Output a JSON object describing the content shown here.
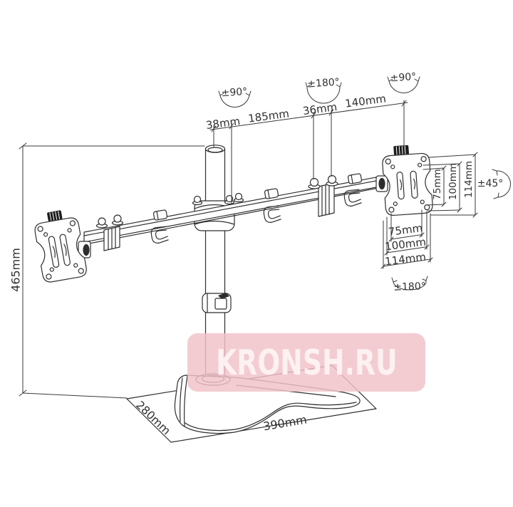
{
  "watermark": {
    "text": "KRONSH.RU"
  },
  "colors": {
    "line": "#2e2e2e",
    "dim_text": "#303030",
    "watermark_bg": "#f1c2c8",
    "watermark_text": "#fdf2f2",
    "background": "#ffffff"
  },
  "dimensions": {
    "pole_height": "465mm",
    "top_row": {
      "d1": "38mm",
      "d2": "185mm",
      "d3": "36mm",
      "d4": "140mm"
    },
    "vesa_vertical": {
      "v1": "75mm",
      "v2": "100mm",
      "v3": "114mm"
    },
    "vesa_horizontal": {
      "h1": "75mm",
      "h2": "100mm",
      "h3": "114mm"
    },
    "base": {
      "depth": "280mm",
      "width": "390mm"
    }
  },
  "angles": {
    "pole_swivel": "±90°",
    "center_rotation": "±180°",
    "arm_swivel": "±90°",
    "tilt": "±45°",
    "plate_rotation": "±180°"
  }
}
